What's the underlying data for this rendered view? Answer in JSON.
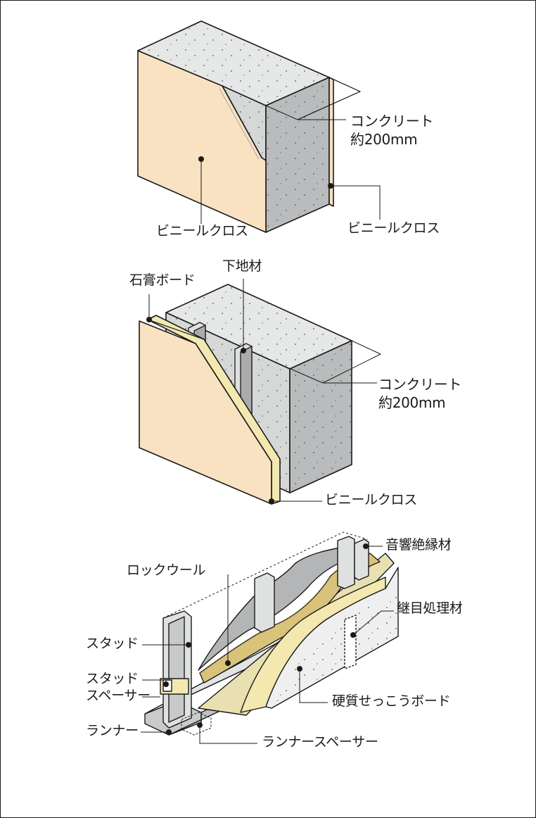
{
  "colors": {
    "concrete_top": "#e6e7e7",
    "concrete_side": "#b9bbbc",
    "concrete_front": "#cdcfcf",
    "vinyl_cloth": "#f8e2c2",
    "gypsum_edge": "#f3e8b0",
    "rockwool": "#dcd2a4",
    "stud": "#dfe0e0",
    "outline": "#1a1a1a"
  },
  "diagram1": {
    "label_concrete": "コンクリート",
    "label_thickness": "約200mm",
    "label_vinyl_front": "ビニールクロス",
    "label_vinyl_side": "ビニールクロス"
  },
  "diagram2": {
    "label_gypsum": "石膏ボード",
    "label_substrate": "下地材",
    "label_concrete": "コンクリート",
    "label_thickness": "約200mm",
    "label_vinyl": "ビニールクロス"
  },
  "diagram3": {
    "label_acoustic": "音響絶縁材",
    "label_rockwool": "ロックウール",
    "label_joint": "継目処理材",
    "label_stud": "スタッド",
    "label_stud_spacer_1": "スタッド",
    "label_stud_spacer_2": "スペーサー",
    "label_hard_gypsum": "硬質せっこうボード",
    "label_runner": "ランナー",
    "label_runner_spacer": "ランナースペーサー"
  }
}
